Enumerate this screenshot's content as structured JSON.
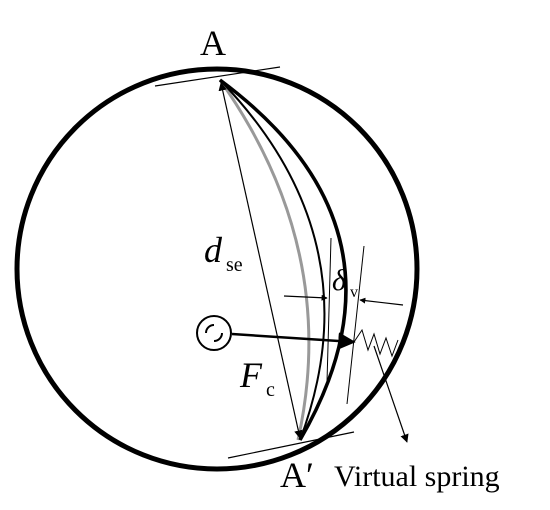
{
  "labels": {
    "point_top": "A",
    "point_bottom": "A′",
    "distance_main": "d",
    "distance_sub": "se",
    "deflection_main": "δ",
    "deflection_sub": "v",
    "force_main": "F",
    "force_sub": "c",
    "spring_caption": "Virtual spring"
  },
  "colors": {
    "stroke": "#000000",
    "undeformed_curve": "#999999",
    "background": "#ffffff"
  },
  "icons": {
    "center_symbol": "rotation-center-icon"
  }
}
